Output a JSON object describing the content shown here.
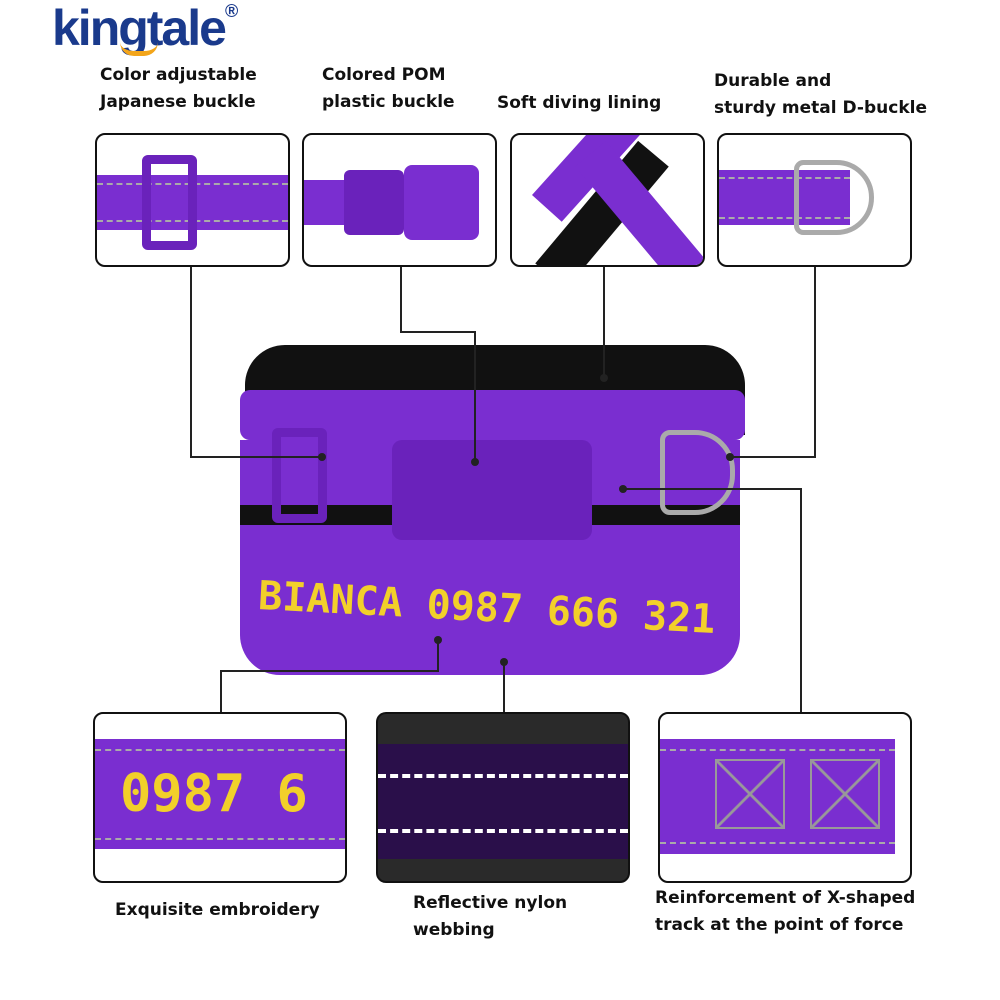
{
  "brand": {
    "logo": "kingtale",
    "registered": "®"
  },
  "features_top": [
    {
      "label_line1": "Color adjustable",
      "label_line2": "Japanese buckle"
    },
    {
      "label_line1": "Colored POM",
      "label_line2": "plastic buckle"
    },
    {
      "label_line1": "Soft diving lining",
      "label_line2": ""
    },
    {
      "label_line1": "Durable and",
      "label_line2": "sturdy metal D-buckle"
    }
  ],
  "features_bottom": [
    {
      "label_line1": "Exquisite embroidery",
      "label_line2": ""
    },
    {
      "label_line1": "Reflective nylon",
      "label_line2": "webbing"
    },
    {
      "label_line1": "Reinforcement of X-shaped",
      "label_line2": "track at the point of force"
    }
  ],
  "collar": {
    "embroidery_text": "BIANCA 0987 666 321",
    "detail_text": "0987 6"
  },
  "colors": {
    "strap": "#7a2ed0",
    "thread": "#f2d02a",
    "lining": "#111111",
    "logo": "#1a3a8c",
    "logo_accent": "#f3a51a"
  }
}
